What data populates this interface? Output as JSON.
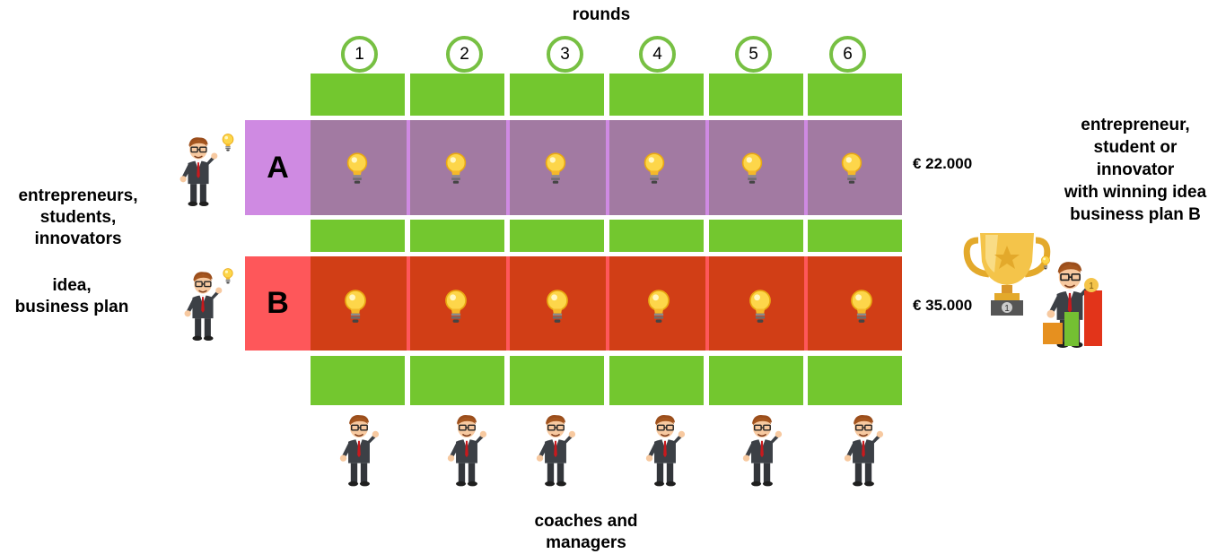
{
  "header": {
    "rounds_label": "rounds"
  },
  "rounds": [
    "1",
    "2",
    "3",
    "4",
    "5",
    "6"
  ],
  "tracks": [
    {
      "label": "A",
      "prize": "€ 22.000"
    },
    {
      "label": "B",
      "prize": "€ 35.000"
    }
  ],
  "left": {
    "participants": "entrepreneurs,\nstudents,\ninnovators",
    "submission": "idea,\nbusiness plan"
  },
  "right": {
    "winner": "entrepreneur,\nstudent or\ninnovator\nwith winning idea\nbusiness plan B"
  },
  "bottom": {
    "coaches": "coaches and\nmanagers"
  },
  "colors": {
    "green": "#73c72f",
    "track_a": "#a27aa2",
    "track_a_label": "#cf8ae2",
    "track_b": "#d13e16",
    "track_b_label": "#fe575a"
  },
  "icons": [
    "lightbulb-icon",
    "businessman-icon",
    "trophy-icon",
    "bar-chart-icon"
  ]
}
